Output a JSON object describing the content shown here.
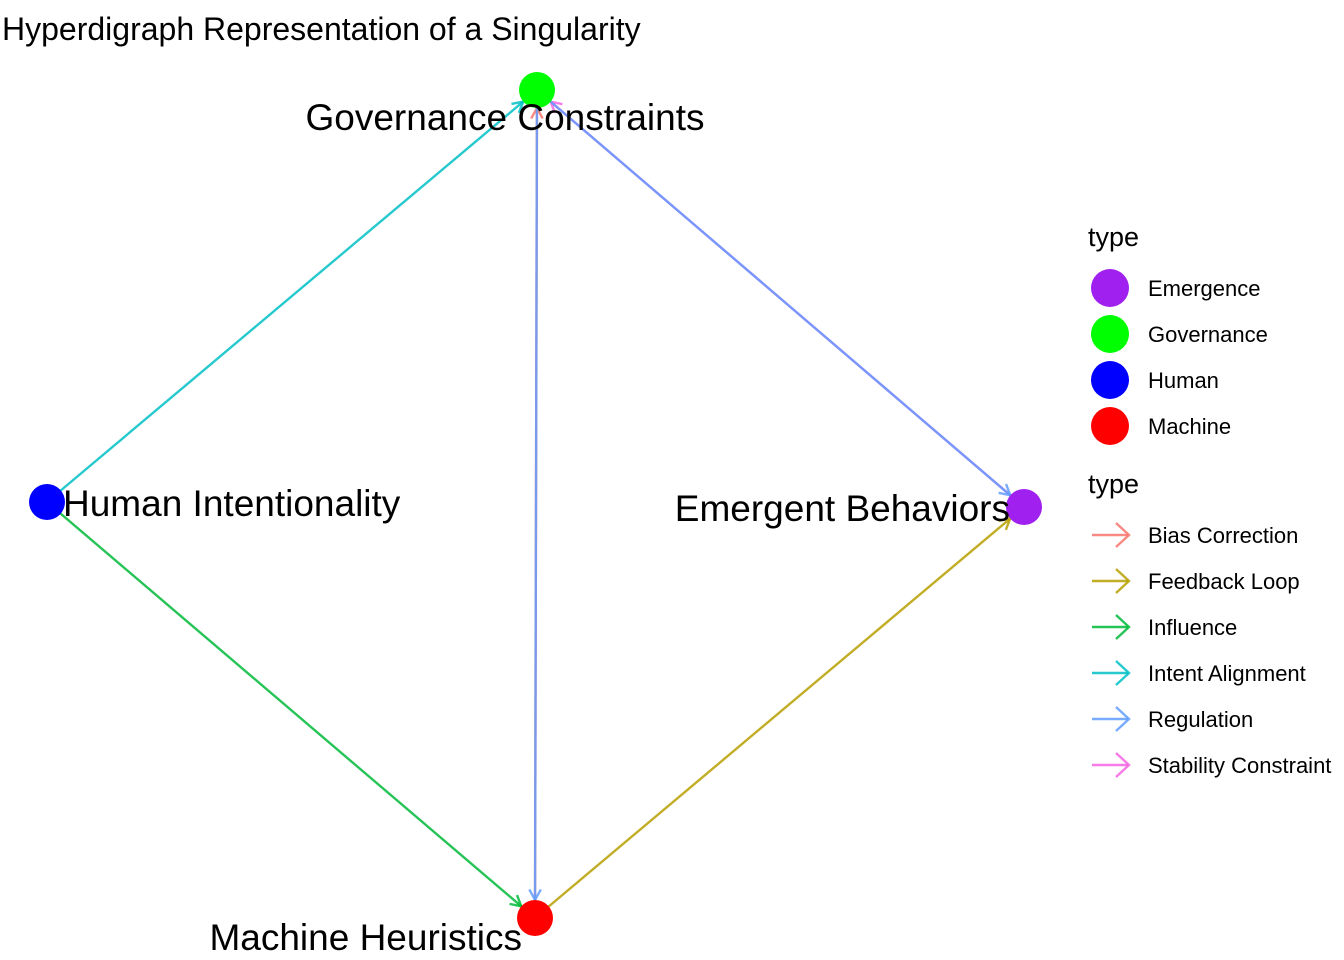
{
  "title": "Hyperdigraph Representation of a Singularity",
  "nodes": [
    {
      "id": "gov",
      "label": "Governance Constraints",
      "type": "Governance"
    },
    {
      "id": "human",
      "label": "Human Intentionality",
      "type": "Human"
    },
    {
      "id": "emergent",
      "label": "Emergent Behaviors",
      "type": "Emergence"
    },
    {
      "id": "machine",
      "label": "Machine Heuristics",
      "type": "Machine"
    }
  ],
  "edges": [
    {
      "from": "human",
      "to": "gov",
      "type": "Intent Alignment"
    },
    {
      "from": "human",
      "to": "machine",
      "type": "Influence"
    },
    {
      "from": "machine",
      "to": "gov",
      "type": "Bias Correction"
    },
    {
      "from": "gov",
      "to": "machine",
      "type": "Regulation"
    },
    {
      "from": "machine",
      "to": "emergent",
      "type": "Feedback Loop"
    },
    {
      "from": "emergent",
      "to": "gov",
      "type": "Stability Constraint"
    },
    {
      "from": "gov",
      "to": "emergent",
      "type": "Regulation"
    }
  ],
  "legend_nodes": {
    "title": "type",
    "items": [
      {
        "label": "Emergence",
        "color": "#A020F0"
      },
      {
        "label": "Governance",
        "color": "#00FF00"
      },
      {
        "label": "Human",
        "color": "#0000FF"
      },
      {
        "label": "Machine",
        "color": "#FF0000"
      }
    ]
  },
  "legend_edges": {
    "title": "type",
    "items": [
      {
        "label": "Bias Correction",
        "color": "#F8766D"
      },
      {
        "label": "Feedback Loop",
        "color": "#B79F00"
      },
      {
        "label": "Influence",
        "color": "#00BA38"
      },
      {
        "label": "Intent Alignment",
        "color": "#00BFC4"
      },
      {
        "label": "Regulation",
        "color": "#619CFF"
      },
      {
        "label": "Stability Constraint",
        "color": "#F564E3"
      }
    ]
  }
}
